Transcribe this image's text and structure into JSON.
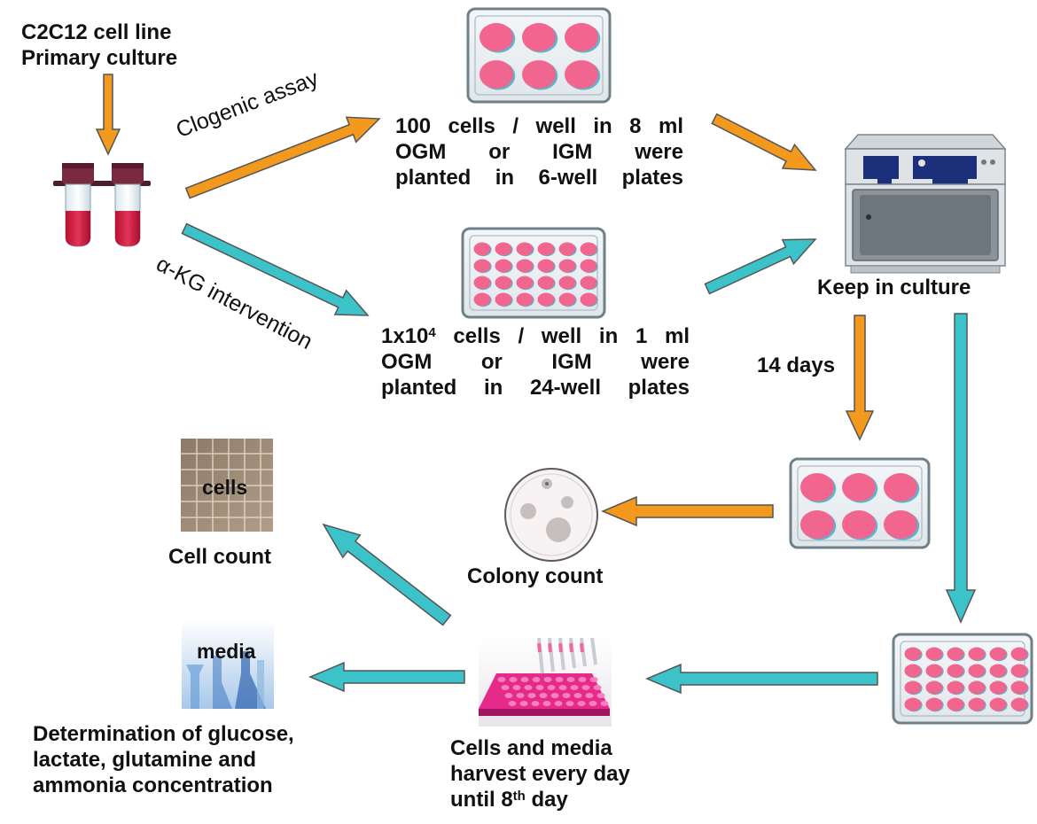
{
  "source": {
    "line1": "C2C12 cell line",
    "line2": "Primary culture"
  },
  "branches": {
    "clonogenic": "Clogenic assay",
    "akg": "α-KG intervention"
  },
  "plate6_text": {
    "line1": "100 cells / well in 8 ml",
    "line2": "OGM or IGM were",
    "line3": "planted in 6-well plates"
  },
  "plate24_text": {
    "line1_pre": "1x10",
    "line1_sup": "4",
    "line1_post": " cells / well in 1 ml",
    "line2": "OGM or IGM were",
    "line3": "planted in 24-well plates"
  },
  "incubator_label": "Keep in culture",
  "days_label": "14 days",
  "colony_label": "Colony count",
  "cell_count": {
    "image_label": "cells",
    "caption": "Cell count"
  },
  "media": {
    "image_label": "media",
    "caption_line1": "Determination of glucose,",
    "caption_line2": "lactate, glutamine and",
    "caption_line3": "ammonia concentration"
  },
  "harvest": {
    "line1": "Cells and media",
    "line2": "harvest every day",
    "line3_pre": "until 8",
    "line3_sup": "th",
    "line3_post": " day"
  },
  "colors": {
    "orange_arrow": "#f39a1e",
    "cyan_arrow": "#3cc3c9",
    "well_pink": "#f0668f",
    "well_shadow": "#5bb6d0",
    "plate_frame": "#8a9aa3",
    "incubator_body": "#dfe3e6",
    "incubator_panel": "#1b2f7a"
  }
}
